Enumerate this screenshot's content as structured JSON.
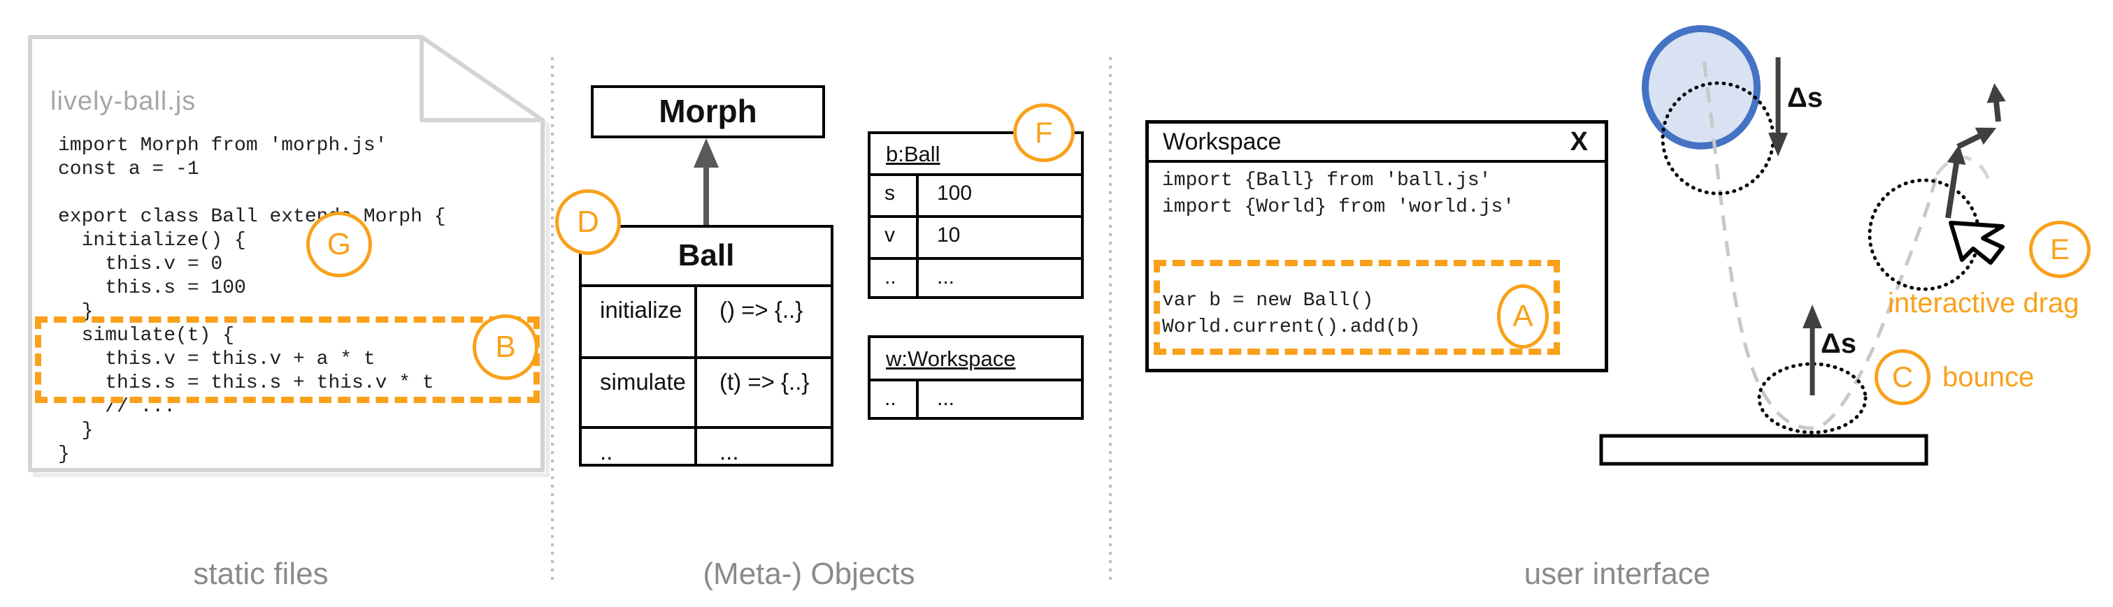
{
  "colors": {
    "accent_orange": "#F9A11B",
    "ball_fill": "#D9E2F3",
    "ball_stroke": "#4472C4",
    "arrow_dark": "#3f3f3f",
    "caption_gray": "#8a8a8a",
    "file_border_gray": "#d4d4d4"
  },
  "badges": {
    "a": "A",
    "b": "B",
    "c": "C",
    "d": "D",
    "e": "E",
    "f": "F",
    "g": "G"
  },
  "panels": {
    "static_files": {
      "caption": "static files",
      "file": {
        "name": "lively-ball.js",
        "code": [
          "import Morph from 'morph.js'",
          "const a = -1",
          "",
          "export class Ball extends Morph {",
          "  initialize() {",
          "    this.v = 0",
          "    this.s = 100",
          "  }",
          "  simulate(t) {",
          "    this.v = this.v + a * t",
          "    this.s = this.s + this.v * t",
          "    // ...",
          "  }",
          "}"
        ]
      }
    },
    "meta_objects": {
      "caption": "(Meta-) Objects",
      "morph_label": "Morph",
      "ball_class": {
        "title": "Ball",
        "rows": [
          [
            "initialize",
            "() => {..}"
          ],
          [
            "simulate",
            "(t) => {..}"
          ],
          [
            "..",
            "..."
          ]
        ]
      },
      "b_ball": {
        "title": "b:Ball",
        "rows": [
          [
            "s",
            "100"
          ],
          [
            "v",
            "10"
          ],
          [
            "..",
            "..."
          ]
        ]
      },
      "w_workspace": {
        "title": "w:Workspace",
        "rows": [
          [
            "..",
            "..."
          ]
        ]
      }
    },
    "user_interface": {
      "caption": "user interface",
      "workspace_window": {
        "title": "Workspace",
        "close_label": "X",
        "code_imports": [
          "import {Ball} from 'ball.js'",
          "import {World} from 'world.js'"
        ],
        "code_create": [
          "var b = new Ball()",
          "World.current().add(b)"
        ]
      },
      "labels": {
        "delta_s_fall": "Δs",
        "delta_s_rise": "Δs",
        "bounce": "bounce",
        "interactive_drag": "interactive drag"
      }
    }
  }
}
